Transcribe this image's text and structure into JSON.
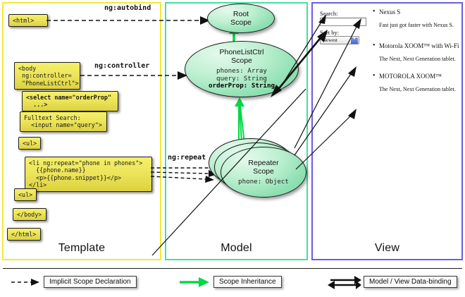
{
  "panels": {
    "template": {
      "label": "Template",
      "border_color": "#f2ea33"
    },
    "model": {
      "label": "Model",
      "border_color": "#43e0a0"
    },
    "view": {
      "label": "View",
      "border_color": "#6b5ce7"
    }
  },
  "template_code": [
    {
      "id": "html-open",
      "text": "<html>"
    },
    {
      "id": "body-open",
      "text": "<body\n ng:controller=\n \"PhoneListCtrl\">"
    },
    {
      "id": "select",
      "text": "<select name=\"orderProp\"\n  ...>"
    },
    {
      "id": "search",
      "text": "Fulltext Search:\n  <input name=\"query\">"
    },
    {
      "id": "ul-open",
      "text": "<ul>"
    },
    {
      "id": "li-repeat",
      "text": "<li ng:repeat=\"phone in phones\">\n  {{phone.name}}\n  <p>{{phone.snippet}}</p>\n</li>"
    },
    {
      "id": "ul-close",
      "text": "<ul>"
    },
    {
      "id": "body-close",
      "text": "</body>"
    },
    {
      "id": "html-close",
      "text": "</html>"
    }
  ],
  "connector_labels": {
    "autobind": "ng:autobind",
    "controller": "ng:controller",
    "repeat": "ng:repeat"
  },
  "scopes": [
    {
      "id": "root",
      "title_line1": "Root",
      "title_line2": "Scope",
      "props": []
    },
    {
      "id": "ctrl",
      "title_line1": "PhoneListCtrl",
      "title_line2": "Scope",
      "props": [
        {
          "text": "phones: Array",
          "bold": false
        },
        {
          "text": "query: String",
          "bold": false
        },
        {
          "text": "orderProp: String",
          "bold": true
        }
      ]
    },
    {
      "id": "repeater",
      "title_line1": "Repeater",
      "title_line2": "Scope",
      "props": [
        {
          "text": "phone: Object",
          "bold": false
        }
      ]
    }
  ],
  "view": {
    "search_label": "Search:",
    "search_value": "",
    "search_placeholder": "",
    "sort_label": "Sort by:",
    "sort_value": "Newest",
    "sort_options": [
      "Newest"
    ],
    "phones": [
      {
        "name": "Nexus S",
        "snippet": "Fast just got faster with Nexus S."
      },
      {
        "name": "Motorola XOOM™ with Wi-Fi",
        "snippet": "The Next, Next Generation tablet."
      },
      {
        "name": "MOTOROLA XOOM™",
        "snippet": "The Next, Next Generation tablet."
      }
    ]
  },
  "legend": [
    {
      "id": "implicit",
      "label": "Implicit Scope Declaration",
      "style": "dashed-arrow",
      "color": "#111111"
    },
    {
      "id": "inheritance",
      "label": "Scope Inheritance",
      "style": "green-arrow",
      "color": "#00d844"
    },
    {
      "id": "databinding",
      "label": "Model / View Data-binding",
      "style": "double-arrow",
      "color": "#111111"
    }
  ]
}
